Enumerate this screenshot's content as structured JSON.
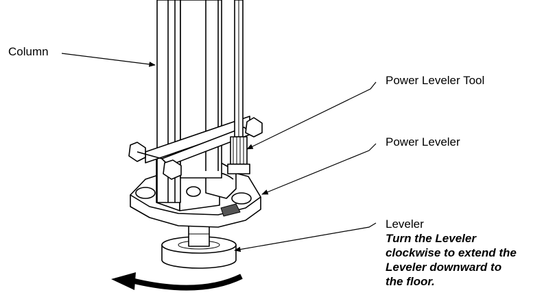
{
  "labels": {
    "column": "Column",
    "power_leveler_tool": "Power Leveler Tool",
    "power_leveler": "Power Leveler",
    "leveler": "Leveler"
  },
  "instruction": {
    "line1": "Turn the Leveler",
    "line2": "clockwise to extend the",
    "line3": "Leveler downward to",
    "line4": "the floor."
  }
}
